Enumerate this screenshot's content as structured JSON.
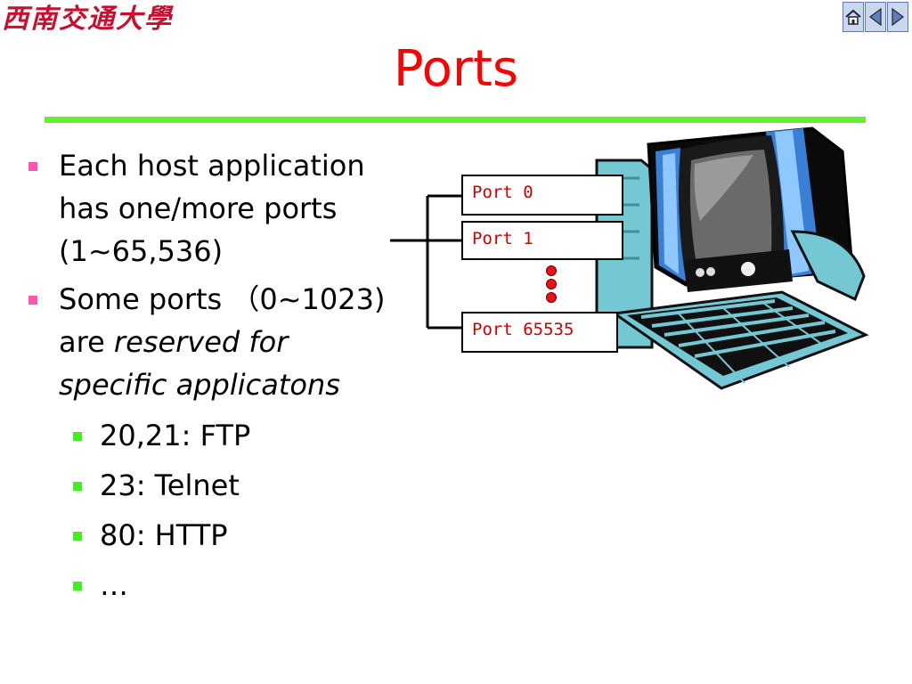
{
  "header": {
    "logo_text": "西南交通大學",
    "nav": [
      "home-icon",
      "back-icon",
      "forward-icon"
    ]
  },
  "slide": {
    "title": "Ports",
    "bullets": [
      {
        "lines": [
          "Each host application",
          "has one/more ports",
          "(1~65,536)"
        ]
      },
      {
        "line1": "Some ports （0~1023)",
        "line2_prefix": "are ",
        "line2_em": "reserved for",
        "line3_em": "specific applicatons"
      }
    ],
    "sub_bullets": [
      "20,21: FTP",
      "23: Telnet",
      "80: HTTP",
      "…"
    ]
  },
  "diagram": {
    "ports": [
      "Port 0",
      "Port 1",
      "Port 65535"
    ]
  },
  "colors": {
    "title": "#ff0000",
    "rule": "#66ee33",
    "bullet_l1": "#ff55aa",
    "bullet_l2": "#44ee22",
    "port_text": "#cc0000"
  }
}
